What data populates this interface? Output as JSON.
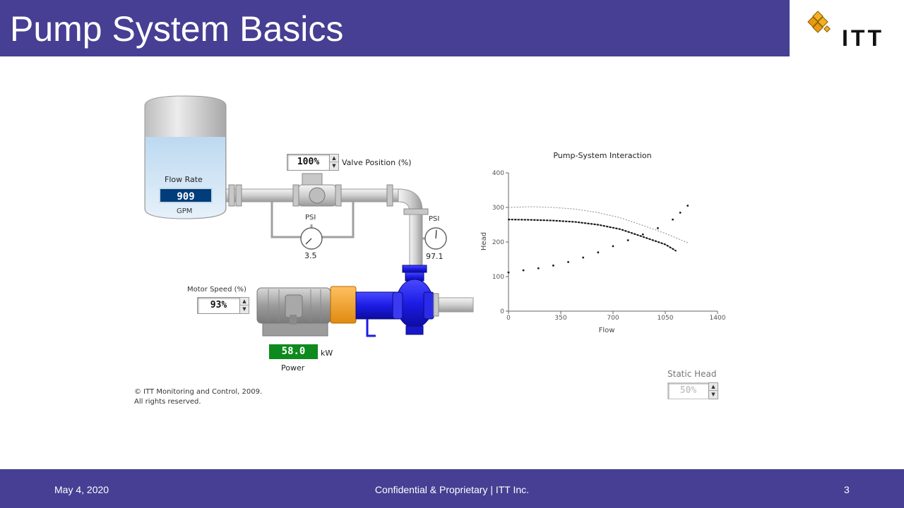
{
  "slide": {
    "title": "Pump System Basics",
    "logo_text": "ITT",
    "footer": {
      "date": "May 4, 2020",
      "center": "Confidential & Proprietary | ITT Inc.",
      "page": "3"
    }
  },
  "simulator": {
    "tank": {
      "flow_label": "Flow Rate",
      "flow_value": "909",
      "flow_unit": "GPM"
    },
    "valve": {
      "value": "100%",
      "label": "Valve Position (%)"
    },
    "gauge_left": {
      "label": "PSI",
      "value": "3.5"
    },
    "gauge_right": {
      "label": "PSI",
      "value": "97.1"
    },
    "motor": {
      "label": "Motor Speed (%)",
      "value": "93%"
    },
    "power": {
      "value": "58.0",
      "unit": "kW",
      "label": "Power"
    },
    "static_head": {
      "label": "Static Head",
      "value": "50%"
    },
    "copyright_line1": "© ITT Monitoring and Control, 2009.",
    "copyright_line2": "All rights reserved."
  },
  "chart_data": {
    "type": "scatter",
    "title": "Pump-System Interaction",
    "xlabel": "Flow",
    "ylabel": "Head",
    "xlim": [
      0,
      1400
    ],
    "ylim": [
      0,
      400
    ],
    "xticks": [
      0,
      350,
      700,
      1050,
      1400
    ],
    "yticks": [
      0,
      100,
      200,
      300,
      400
    ],
    "series": [
      {
        "style": "light-dotted",
        "x": [
          0,
          150,
          300,
          450,
          600,
          750,
          900,
          1050,
          1200
        ],
        "y": [
          300,
          302,
          300,
          295,
          285,
          270,
          248,
          225,
          198
        ]
      },
      {
        "style": "dark-dotted",
        "x": [
          0,
          150,
          300,
          450,
          600,
          750,
          900,
          1050,
          1120
        ],
        "y": [
          265,
          264,
          262,
          258,
          250,
          237,
          215,
          193,
          175
        ]
      },
      {
        "style": "markers",
        "x": [
          0,
          100,
          200,
          300,
          400,
          500,
          600,
          700,
          800,
          900,
          1000,
          1100,
          1150,
          1200
        ],
        "y": [
          112,
          118,
          124,
          132,
          142,
          155,
          170,
          188,
          205,
          222,
          240,
          265,
          285,
          305
        ]
      }
    ],
    "colors": {
      "light": "#9a9a9a",
      "dark": "#1a1a1a"
    }
  },
  "colors": {
    "header": "#463f93",
    "pump": "#2020e0",
    "coupling": "#f0a030",
    "flow_display": "#003d7a",
    "power_display": "#0e8a1e",
    "logo": "#f0b020"
  }
}
